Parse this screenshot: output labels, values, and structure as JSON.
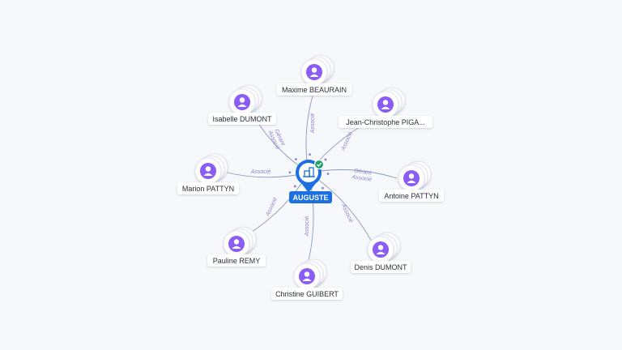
{
  "center": {
    "name": "AUGUSTE",
    "icon": "company-icon",
    "status_icon": "check-badge-icon",
    "color": "#1b6fe0"
  },
  "colors": {
    "person": "#8b5cf6",
    "edge": "#8a9bb8",
    "edge_label": "#8a84c9",
    "card_bg": "#ffffff"
  },
  "people": [
    {
      "id": "maxime-beaurain",
      "name": "Maxime BEAURAIN",
      "roles": [
        "Associé"
      ]
    },
    {
      "id": "jean-christophe-pigasse",
      "name": "Jean-Christophe PIGA...",
      "roles": [
        "Associé"
      ]
    },
    {
      "id": "antoine-pattyn",
      "name": "Antoine PATTYN",
      "roles": [
        "Gérant",
        "Associé"
      ]
    },
    {
      "id": "denis-dumont",
      "name": "Denis DUMONT",
      "roles": [
        "Associé"
      ]
    },
    {
      "id": "christine-guibert",
      "name": "Christine GUIBERT",
      "roles": [
        "Associé"
      ]
    },
    {
      "id": "pauline-remy",
      "name": "Pauline REMY",
      "roles": [
        "Associé"
      ]
    },
    {
      "id": "marion-pattyn",
      "name": "Marion PATTYN",
      "roles": [
        "Associé"
      ]
    },
    {
      "id": "isabelle-dumont",
      "name": "Isabelle DUMONT",
      "roles": [
        "Gérant",
        "Associé"
      ]
    }
  ]
}
